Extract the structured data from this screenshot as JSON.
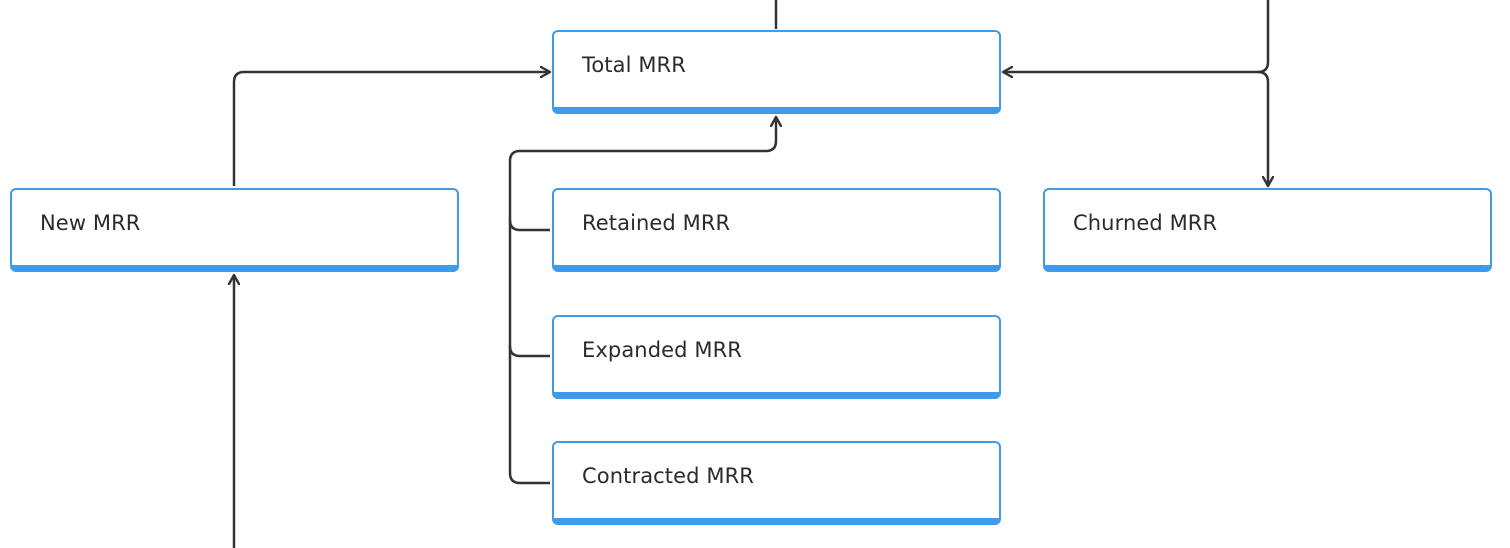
{
  "diagram": {
    "nodes": {
      "total": "Total MRR",
      "new": "New MRR",
      "retained": "Retained MRR",
      "churned": "Churned MRR",
      "expanded": "Expanded MRR",
      "contracted": "Contracted MRR"
    },
    "colors": {
      "node_border": "#3d9be9",
      "connector": "#333333",
      "text": "#2b2b2b"
    }
  }
}
